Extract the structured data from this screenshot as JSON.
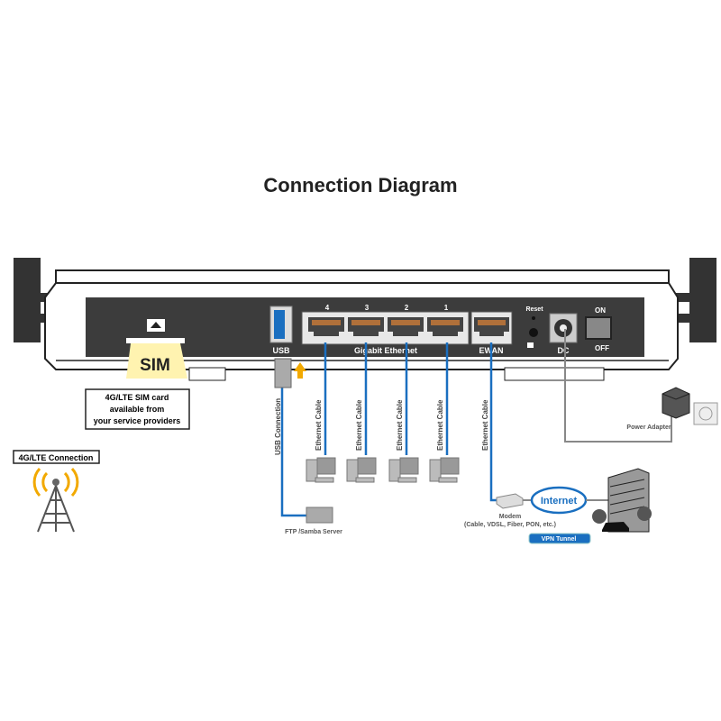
{
  "title": "Connection Diagram",
  "router": {
    "usb_label": "USB",
    "lan_numbers": [
      "4",
      "3",
      "2",
      "1"
    ],
    "lan_label": "Gigabit Ethernet",
    "ewan_label": "EWAN",
    "reset_label": "Reset",
    "dc_label": "DC",
    "on_label": "ON",
    "off_label": "OFF",
    "sim_label": "SIM"
  },
  "sim_callout": [
    "4G/LTE SIM card",
    "available from",
    "your service providers"
  ],
  "lte_label": "4G/LTE Connection",
  "cables": {
    "usb": "USB Connection",
    "ethernet": "Ethernet Cable"
  },
  "ftp_label": "FTP /Samba Server",
  "modem_label": "Modem",
  "modem_types": "(Cable, VDSL, Fiber, PON, etc.)",
  "internet_label": "Internet",
  "vpn_label": "VPN Tunnel",
  "power_label": "Power Adapter",
  "colors": {
    "cable": "#1a6fc0",
    "sim": "#fff3b0",
    "antenna": "#333333",
    "panel": "#3c3c3c",
    "signal": "#f2a900"
  }
}
